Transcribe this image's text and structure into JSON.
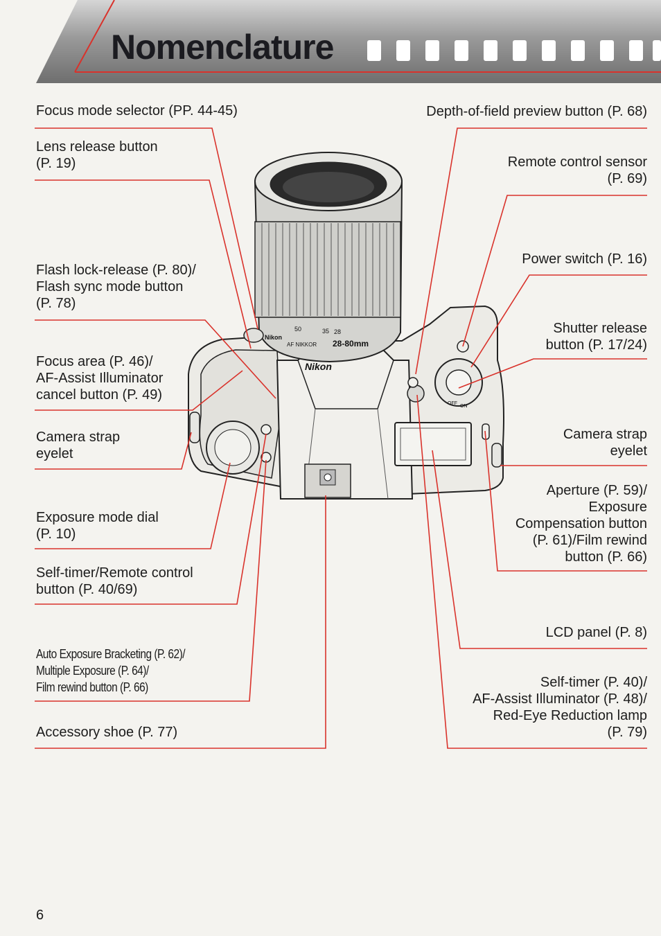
{
  "header": {
    "title": "Nomenclature"
  },
  "labels": {
    "focus_mode_selector": "Focus mode selector (PP. 44-45)",
    "lens_release": "Lens release button\n(P. 19)",
    "flash_lock": "Flash lock-release (P. 80)/\nFlash sync mode button\n(P. 78)",
    "focus_area": "Focus area (P. 46)/\nAF-Assist Illuminator\ncancel button (P. 49)",
    "strap_left": "Camera strap\neyelet",
    "exposure_dial": "Exposure mode dial\n(P. 10)",
    "self_timer_remote": "Self-timer/Remote control\nbutton (P. 40/69)",
    "aeb": "Auto Exposure Bracketing (P. 62)/\nMultiple Exposure (P. 64)/\nFilm rewind button (P. 66)",
    "accessory_shoe": "Accessory shoe (P. 77)",
    "dof_preview": "Depth-of-field preview button (P. 68)",
    "remote_sensor": "Remote control sensor\n(P. 69)",
    "power_switch": "Power switch (P. 16)",
    "shutter_release": "Shutter release\nbutton (P. 17/24)",
    "strap_right": "Camera strap\neyelet",
    "aperture": "Aperture (P. 59)/\nExposure\nCompensation button\n(P. 61)/Film rewind\nbutton (P. 66)",
    "lcd_panel": "LCD panel (P. 8)",
    "self_timer_lamp": "Self-timer (P. 40)/\nAF-Assist Illuminator (P. 48)/\nRed-Eye Reduction lamp\n(P. 79)"
  },
  "camera_markings": {
    "lens_brand": "Nikon",
    "lens_model": "AF NIKKOR",
    "zoom_range": "28-80mm",
    "focal_scale": [
      "50",
      "35",
      "28"
    ],
    "body_brand": "Nikon",
    "switch_labels": [
      "OFF",
      "ON"
    ]
  },
  "page": {
    "number": "6"
  },
  "colors": {
    "callout_line": "#d9322b",
    "header_bar": "#7c7c7c"
  }
}
